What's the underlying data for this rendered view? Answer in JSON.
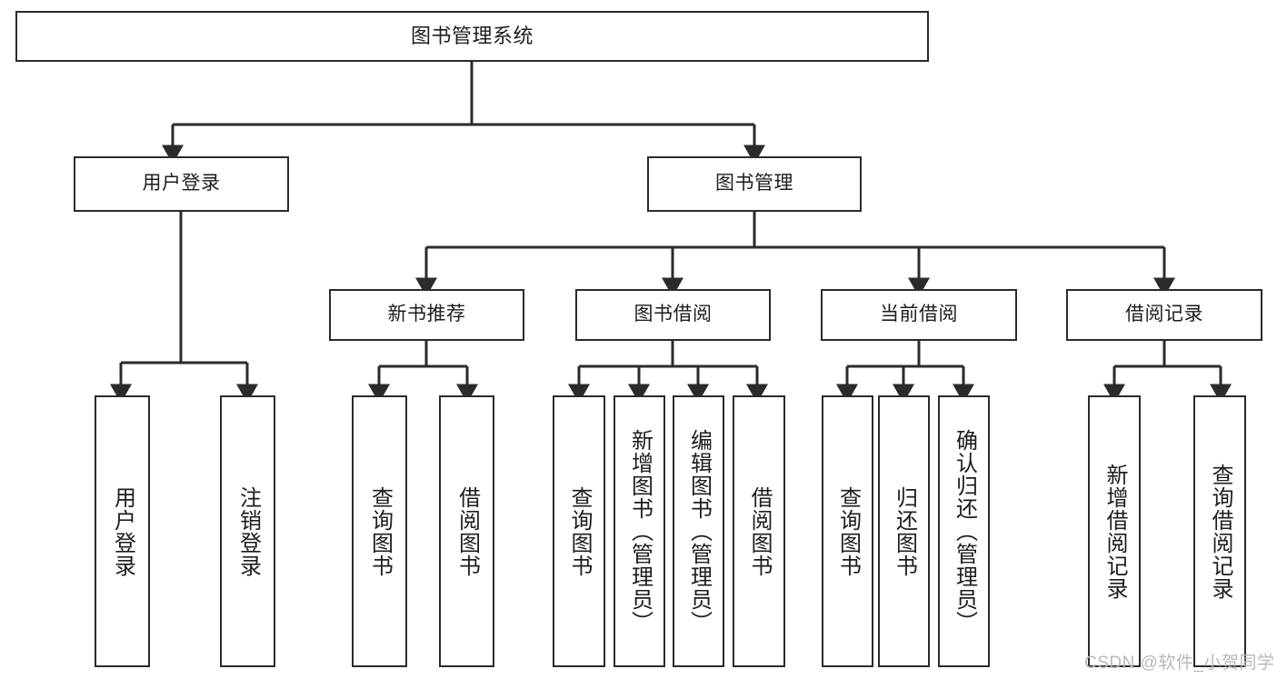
{
  "diagram": {
    "title": "图书管理系统",
    "type": "tree-hierarchy-diagram",
    "colors": {
      "box_border": "#2b2b2b",
      "box_fill": "#ffffff",
      "edge": "#2b2b2b",
      "text": "#1d1d1d",
      "watermark": "#b8b8b8",
      "background": "#ffffff"
    }
  },
  "root": {
    "label": "图书管理系统"
  },
  "level2": [
    {
      "label": "用户登录"
    },
    {
      "label": "图书管理"
    }
  ],
  "level3": [
    {
      "label": "新书推荐"
    },
    {
      "label": "图书借阅"
    },
    {
      "label": "当前借阅"
    },
    {
      "label": "借阅记录"
    }
  ],
  "leaves": [
    {
      "label": "用户登录",
      "parent": "用户登录"
    },
    {
      "label": "注销登录",
      "parent": "用户登录"
    },
    {
      "label": "查询图书",
      "parent": "新书推荐"
    },
    {
      "label": "借阅图书",
      "parent": "新书推荐"
    },
    {
      "label": "查询图书",
      "parent": "图书借阅"
    },
    {
      "label": "新增图书（管理员）",
      "parent": "图书借阅"
    },
    {
      "label": "编辑图书（管理员）",
      "parent": "图书借阅"
    },
    {
      "label": "借阅图书",
      "parent": "图书借阅"
    },
    {
      "label": "查询图书",
      "parent": "当前借阅"
    },
    {
      "label": "归还图书",
      "parent": "当前借阅"
    },
    {
      "label": "确认归还（管理员）",
      "parent": "当前借阅"
    },
    {
      "label": "新增借阅记录",
      "parent": "借阅记录"
    },
    {
      "label": "查询借阅记录",
      "parent": "借阅记录"
    }
  ],
  "watermark": {
    "text": "CSDN @软件_小贺同学"
  }
}
